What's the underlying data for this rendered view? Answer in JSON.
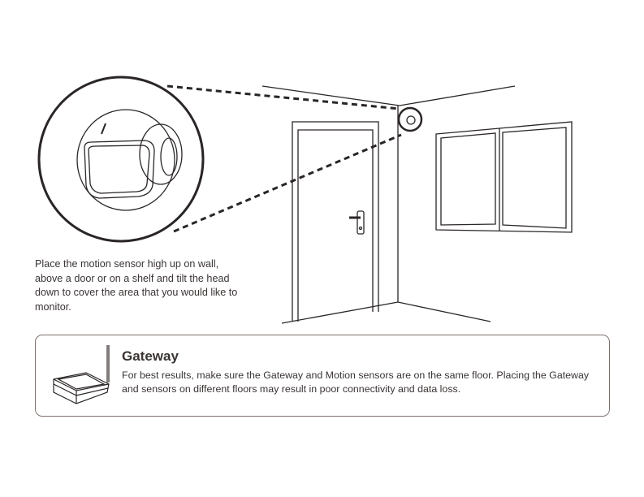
{
  "instruction": "Place the motion sensor high up on wall, above a door or on a shelf and tilt the head down to cover the area that you would like to monitor.",
  "gateway": {
    "title": "Gateway",
    "body": "For best results, make sure the Gateway and Motion sensors are on the same floor. Placing the Gateway and sensors on different floors may result in poor connectivity and data loss."
  }
}
